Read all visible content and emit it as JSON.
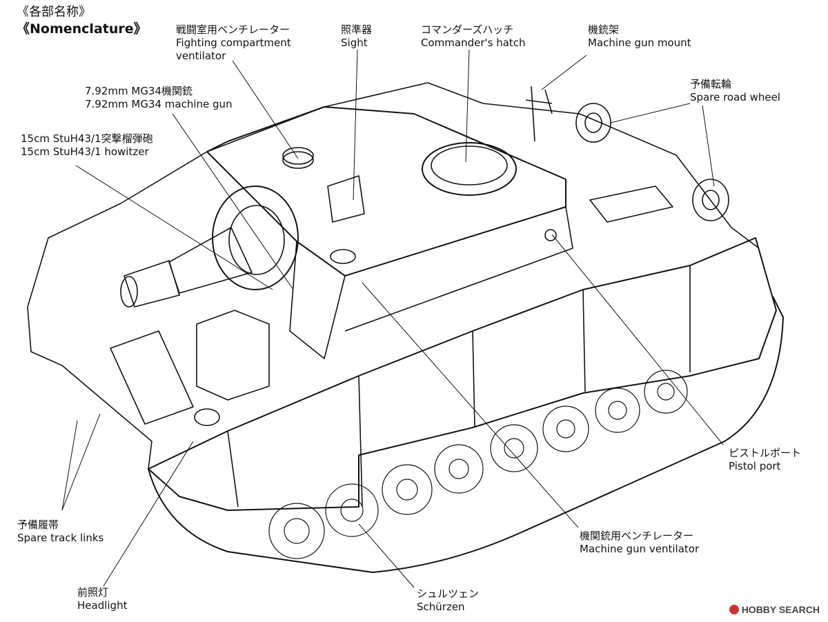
{
  "header": {
    "jp": "《各部名称》",
    "en": "《Nomenclature》"
  },
  "labels": [
    {
      "id": "fighting-ventilator",
      "jp": "戦闘室用ベンチレーター",
      "en": [
        "Fighting compartment",
        "ventilator"
      ]
    },
    {
      "id": "sight",
      "jp": "照準器",
      "en": [
        "Sight"
      ]
    },
    {
      "id": "commanders-hatch",
      "jp": "コマンダーズハッチ",
      "en": [
        "Commander's hatch"
      ]
    },
    {
      "id": "mg-mount",
      "jp": "機銃架",
      "en": [
        "Machine gun mount"
      ]
    },
    {
      "id": "spare-road-wheel",
      "jp": "予備転輪",
      "en": [
        "Spare road wheel"
      ]
    },
    {
      "id": "mg34",
      "jp": "7.92mm MG34機関銃",
      "en": [
        "7.92mm MG34 machine gun"
      ]
    },
    {
      "id": "howitzer",
      "jp": "15cm StuH43/1突撃榴弾砲",
      "en": [
        "15cm StuH43/1 howitzer"
      ]
    },
    {
      "id": "pistol-port",
      "jp": "ピストルポート",
      "en": [
        "Pistol port"
      ]
    },
    {
      "id": "mg-ventilator",
      "jp": "機関銃用ベンチレーター",
      "en": [
        "Machine gun ventilator"
      ]
    },
    {
      "id": "spare-track",
      "jp": "予備履帯",
      "en": [
        "Spare track links"
      ]
    },
    {
      "id": "headlight",
      "jp": "前照灯",
      "en": [
        "Headlight"
      ]
    },
    {
      "id": "schurzen",
      "jp": "シュルツェン",
      "en": [
        "Schürzen"
      ]
    }
  ],
  "watermark": "HOBBY SEARCH"
}
